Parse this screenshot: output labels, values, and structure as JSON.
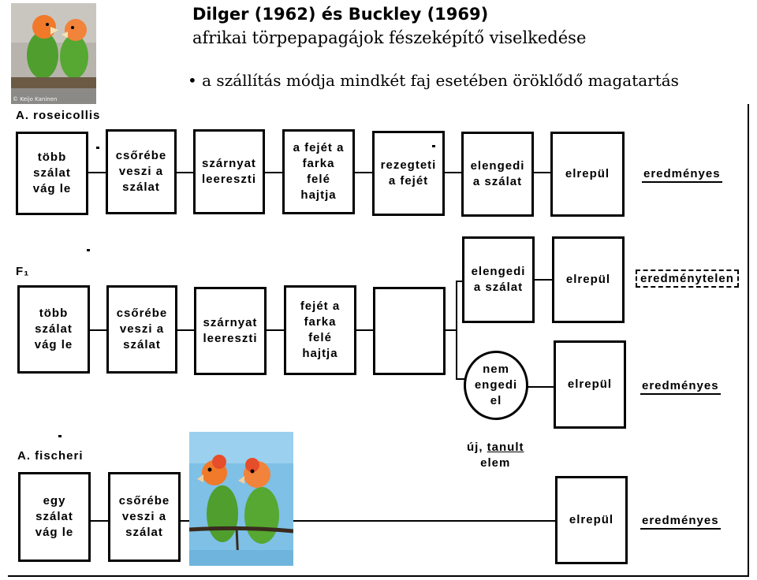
{
  "header": {
    "title": "Dilger (1962) és Buckley (1969)",
    "subtitle": "afrikai törpepapagájok fészeképítő viselkedése",
    "bullet": "• a szállítás módja mindkét faj esetében öröklődő magatartás",
    "photo_credit": "© Keijo Kaninen"
  },
  "diagram": {
    "rows": [
      {
        "label": "A. roseicollis",
        "steps": [
          "több\nszálat\nvág le",
          "csőrébe\nveszi a\nszálat",
          "szárnyat\nleereszti",
          "a fejét a\nfarka\nfelé\nhajtja",
          "rezegteti\na fejét",
          "elengedi\na szálat",
          "elrepül"
        ],
        "result": "eredményes"
      },
      {
        "label": "F₁",
        "steps": [
          "több\nszálat\nvág le",
          "csőrébe\nveszi a\nszálat",
          "szárnyat\nleereszti",
          "fejét a\nfarka\nfelé\nhajtja",
          ""
        ],
        "branch_upper": {
          "step": "elengedi\na szálat",
          "fly": "elrepül",
          "result": "eredménytelen"
        },
        "branch_lower": {
          "step": "nem\nengedi\nel",
          "fly": "elrepül",
          "result": "eredményes"
        }
      },
      {
        "label": "A. fischeri",
        "steps": [
          "egy\nszálat\nvág le",
          "csőrébe\nveszi a\nszálat"
        ],
        "fly": "elrepül",
        "result": "eredményes"
      }
    ],
    "new_element": {
      "line1": "új,",
      "underlined": "tanult",
      "line2": "elem"
    }
  },
  "colors": {
    "background": "#ffffff",
    "ink": "#000000",
    "parrot_green": "#4f9e2e",
    "parrot_orange": "#f07a2a",
    "sky_blue": "#7ec0e6"
  }
}
